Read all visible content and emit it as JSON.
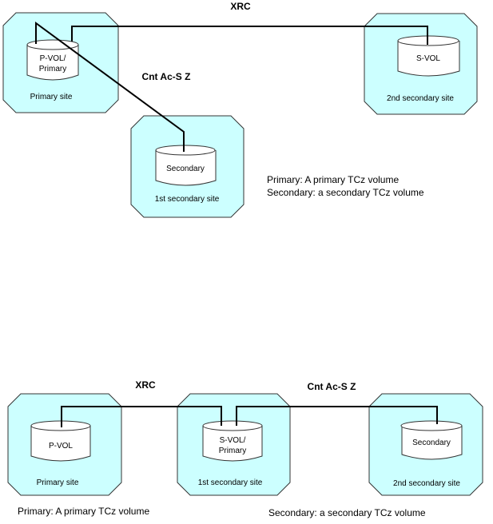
{
  "diagram_top": {
    "links": {
      "xrc": "XRC",
      "cnt_acs_z": "Cnt Ac-S Z"
    },
    "sites": [
      {
        "id": "primary",
        "volume_lines": [
          "P-VOL/",
          "Primary"
        ],
        "site_label": "Primary site"
      },
      {
        "id": "second-secondary",
        "volume_lines": [
          "S-VOL"
        ],
        "site_label": "2nd secondary site"
      },
      {
        "id": "first-secondary",
        "volume_lines": [
          "Secondary"
        ],
        "site_label": "1st secondary site"
      }
    ],
    "legend": [
      "Primary: A primary TCz volume",
      "Secondary: a secondary TCz volume"
    ]
  },
  "diagram_bottom": {
    "links": {
      "xrc": "XRC",
      "cnt_acs_z": "Cnt Ac-S Z"
    },
    "sites": [
      {
        "id": "primary",
        "volume_lines": [
          "P-VOL"
        ],
        "site_label": "Primary site"
      },
      {
        "id": "first-secondary",
        "volume_lines": [
          "S-VOL/",
          "Primary"
        ],
        "site_label": "1st secondary site"
      },
      {
        "id": "second-secondary",
        "volume_lines": [
          "Secondary"
        ],
        "site_label": "2nd secondary site"
      }
    ],
    "legend": [
      "Primary: A primary TCz volume",
      "Secondary: a secondary TCz volume"
    ]
  },
  "colors": {
    "site_fill": "#ccffff",
    "outline": "#333333",
    "link": "#000000"
  }
}
